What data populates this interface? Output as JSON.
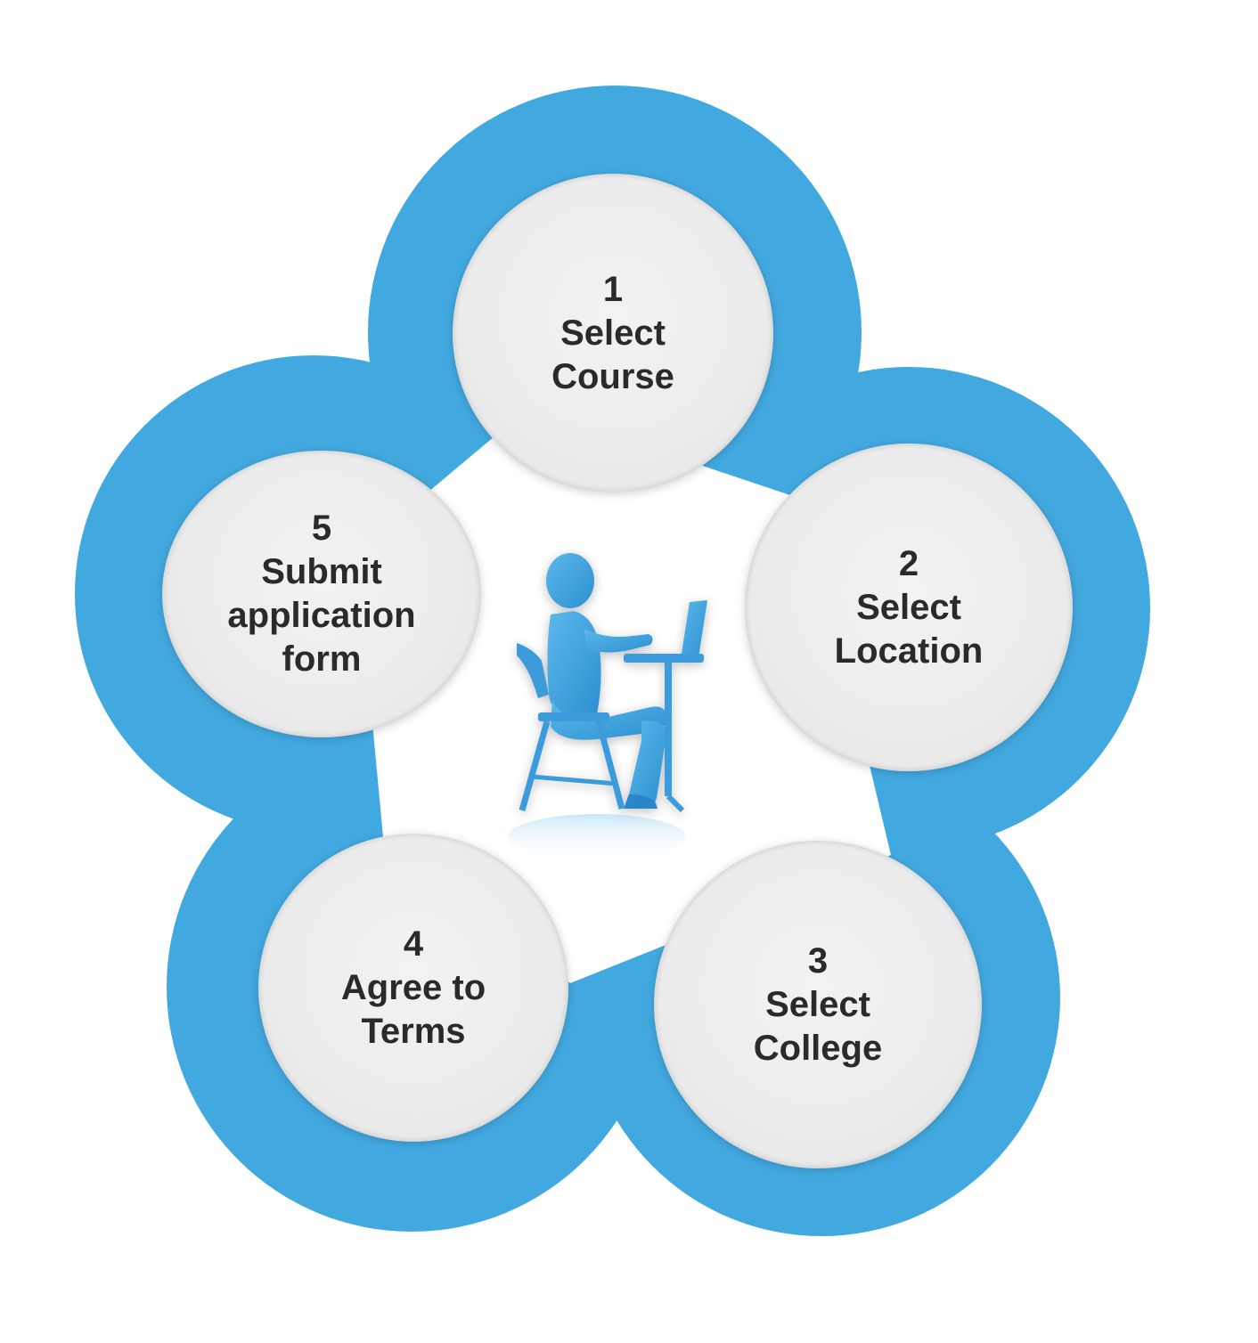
{
  "diagram": {
    "steps": [
      {
        "number": "1",
        "label": "Select\nCourse"
      },
      {
        "number": "2",
        "label": "Select\nLocation"
      },
      {
        "number": "3",
        "label": "Select\nCollege"
      },
      {
        "number": "4",
        "label": "Agree to\nTerms"
      },
      {
        "number": "5",
        "label": "Submit\napplication\nform"
      }
    ],
    "center_icon": "person-at-laptop-icon",
    "colors": {
      "ring": "#42a9e0",
      "circle_fill": "#ececec",
      "text": "#2a2a2a",
      "background": "#ffffff"
    }
  }
}
